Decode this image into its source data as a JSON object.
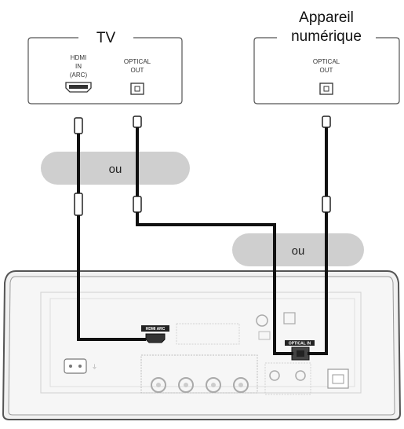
{
  "tv": {
    "title": "TV",
    "hdmi_label_line1": "HDMI",
    "hdmi_label_line2": "IN",
    "hdmi_label_line3": "(ARC)",
    "optical_label_line1": "OPTICAL",
    "optical_label_line2": "OUT"
  },
  "digital_device": {
    "title_line1": "Appareil",
    "title_line2": "numérique",
    "optical_label_line1": "OPTICAL",
    "optical_label_line2": "OUT"
  },
  "or_labels": {
    "left": "ou",
    "right": "ou"
  },
  "receiver": {
    "hdmi_arc_label": "HDMI ARC",
    "optical_in_label": "OPTICAL IN"
  }
}
